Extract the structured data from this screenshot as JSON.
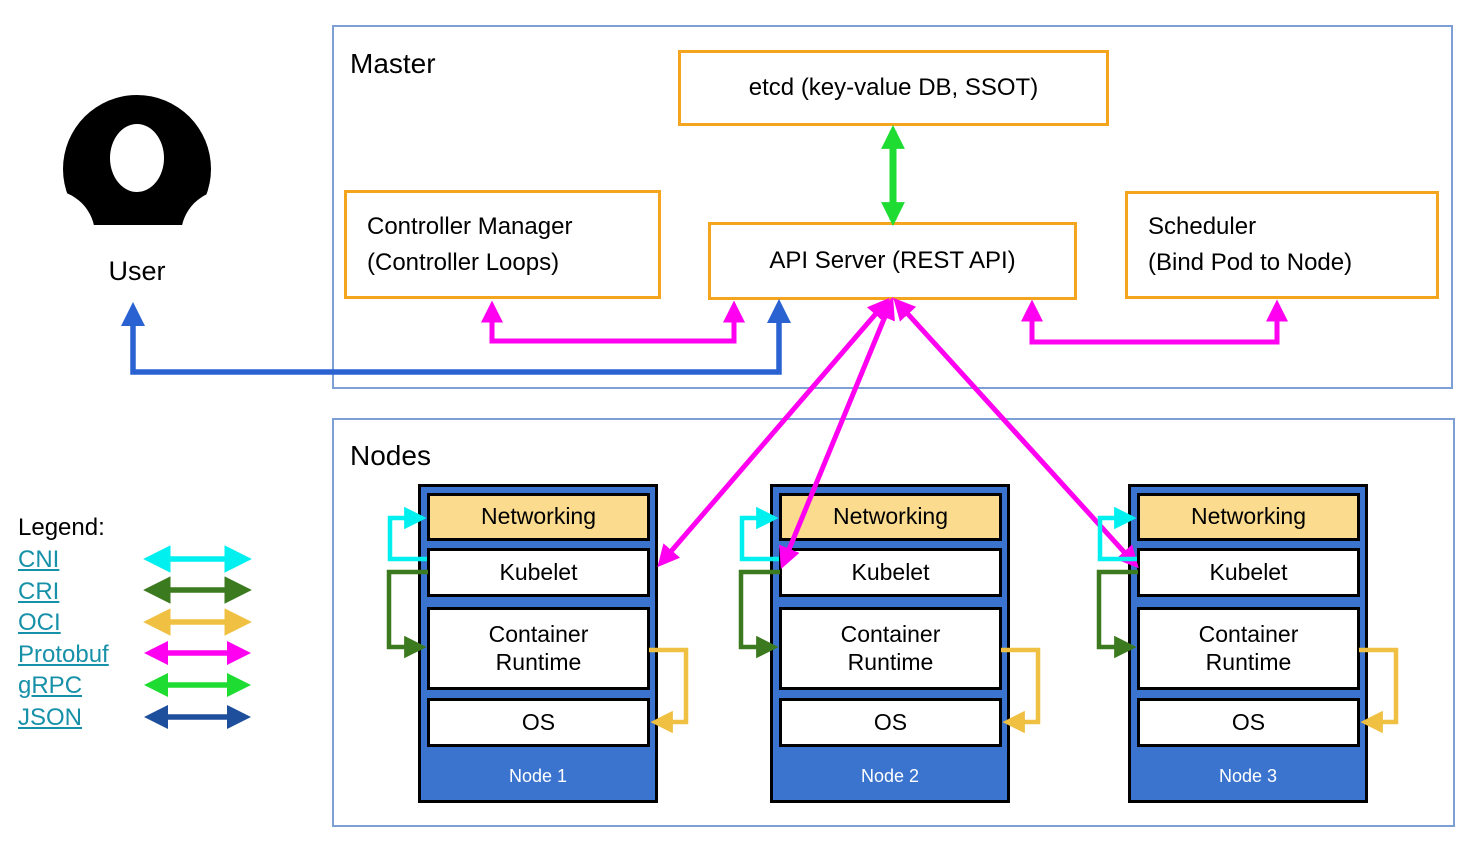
{
  "master": {
    "title": "Master",
    "etcd_label": "etcd (key-value DB, SSOT)",
    "controller_manager": {
      "line1": "Controller Manager",
      "line2": "(Controller Loops)"
    },
    "api_server_label": "API Server (REST API)",
    "scheduler": {
      "line1": "Scheduler",
      "line2": "(Bind Pod to Node)"
    }
  },
  "user": {
    "label": "User"
  },
  "nodes_section": {
    "title": "Nodes",
    "nodes": [
      {
        "name": "Node 1",
        "layers": [
          "Networking",
          "Kubelet",
          "Container Runtime",
          "OS"
        ]
      },
      {
        "name": "Node 2",
        "layers": [
          "Networking",
          "Kubelet",
          "Container Runtime",
          "OS"
        ]
      },
      {
        "name": "Node 3",
        "layers": [
          "Networking",
          "Kubelet",
          "Container Runtime",
          "OS"
        ]
      }
    ]
  },
  "legend": {
    "title": "Legend:",
    "items": [
      {
        "label": "CNI",
        "color": "#00EFEF"
      },
      {
        "label": "CRI",
        "color": "#3C7A1F"
      },
      {
        "label": "OCI",
        "color": "#EFC041"
      },
      {
        "label": "Protobuf",
        "color": "#FF00F0"
      },
      {
        "label": "gRPC",
        "color": "#1EDC32"
      },
      {
        "label": "JSON",
        "color": "#1D4F9C"
      }
    ]
  },
  "colors": {
    "box_border_orange": "#F5A41E",
    "frame_border_blue": "#7C9FD6",
    "node_fill_blue": "#3B74CF",
    "networking_fill": "#FBDC8E",
    "user_arrow_blue": "#2A62D2",
    "cni": "#00EFEF",
    "cri": "#3C7A1F",
    "oci": "#EFC041",
    "protobuf": "#FF00F0",
    "grpc": "#1EDC32",
    "json": "#1D4F9C",
    "legend_link": "#1791A9"
  }
}
